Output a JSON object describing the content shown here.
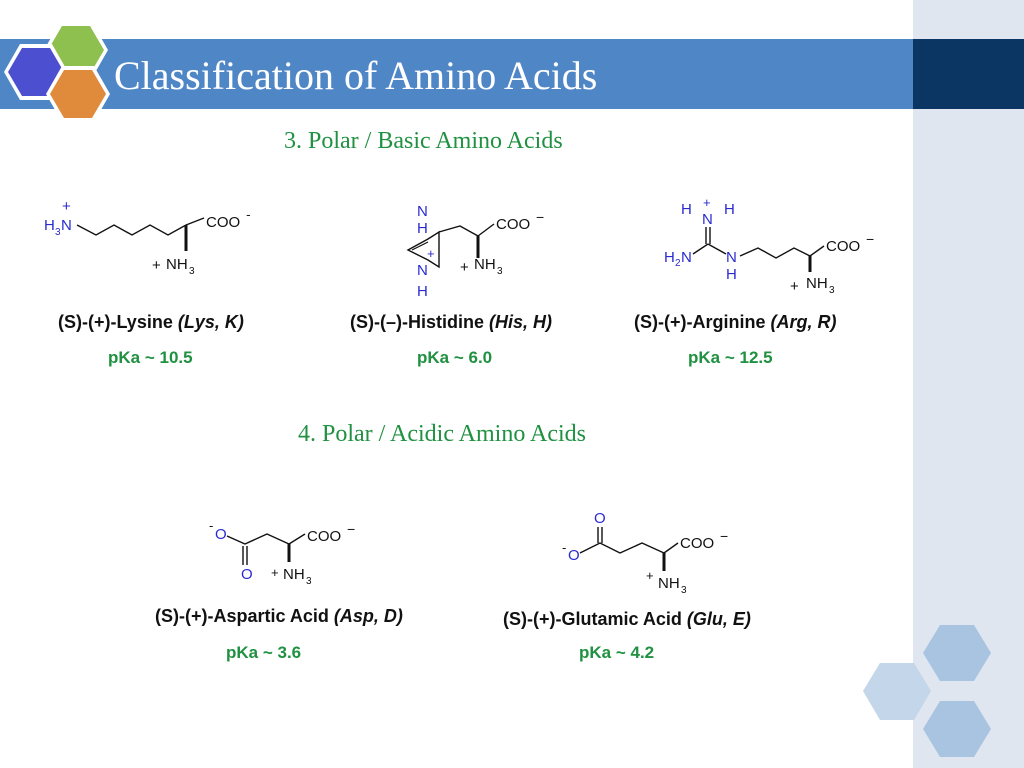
{
  "slide": {
    "title": "Classification of Amino Acids",
    "section_basic": "3. Polar / Basic Amino Acids",
    "section_acidic": "4. Polar / Acidic Amino Acids"
  },
  "amino_acids": [
    {
      "name": "(S)-(+)-Lysine",
      "abbr": "(Lys, K)",
      "pka": "pKa ~ 10.5"
    },
    {
      "name": "(S)-(–)-Histidine",
      "abbr": "(His, H)",
      "pka": "pKa ~ 6.0"
    },
    {
      "name": "(S)-(+)-Arginine",
      "abbr": "(Arg, R)",
      "pka": "pKa ~ 12.5"
    },
    {
      "name": "(S)-(+)-Aspartic Acid",
      "abbr": "(Asp, D)",
      "pka": "pKa ~ 3.6"
    },
    {
      "name": "(S)-(+)-Glutamic Acid",
      "abbr": "(Glu, E)",
      "pka": "pKa ~ 4.2"
    }
  ],
  "colors": {
    "title_bar": "#4f86c6",
    "title_bar_dark": "#0b3563",
    "side_panel": "#dfe6ef",
    "section_text": "#1f9141",
    "heteroatom": "#2a2ad0"
  },
  "icons": [
    "logo-hexagons-icon",
    "decorative-hexagons-icon"
  ]
}
